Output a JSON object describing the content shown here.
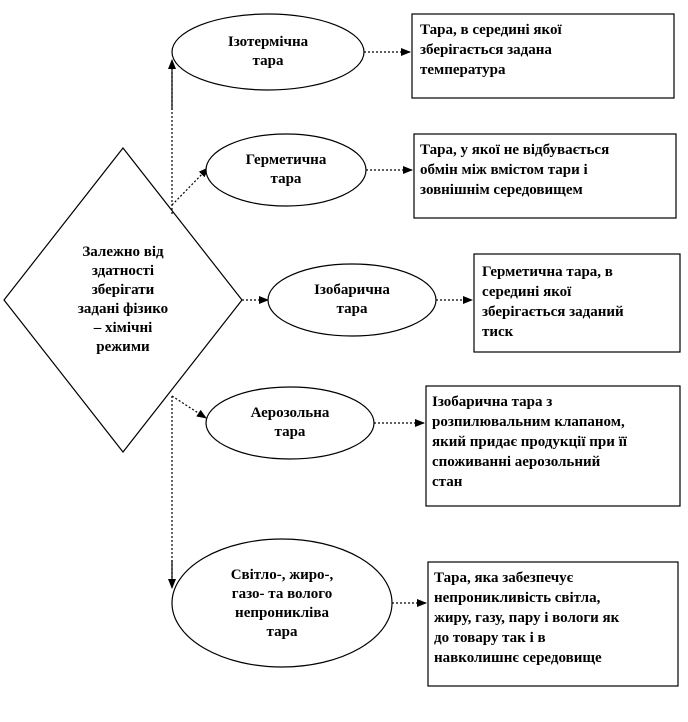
{
  "diamond": {
    "label": "Залежно від\nздатності\nзберігати\nзадані фізико\n– хімічні\nрежими"
  },
  "branches": [
    {
      "ellipse_label": "Ізотермічна\nтара",
      "box_text": "Тара, в середині якої\nзберігається задана\nтемпература"
    },
    {
      "ellipse_label": "Герметична\nтара",
      "box_text": "Тара, у якої не відбувається\nобмін між вмістом тари і\nзовнішнім середовищем"
    },
    {
      "ellipse_label": "Ізобарична\nтара",
      "box_text": "Герметична тара, в\nсередині якої\nзберігається заданий\nтиск"
    },
    {
      "ellipse_label": "Аерозольна\nтара",
      "box_text": "Ізобарична тара з\nрозпилювальним клапаном,\nякий придає продукції при її\nспоживанні аерозольний\nстан"
    },
    {
      "ellipse_label": "Світло-, жиро-,\nгазо- та волого\nнепроникліва\nтара",
      "box_text": "Тара, яка забезпечує\nнепроникливість світла,\nжиру, газу, пару і вологи як\nдо товару так і в\nнавколишнє середовище"
    }
  ]
}
